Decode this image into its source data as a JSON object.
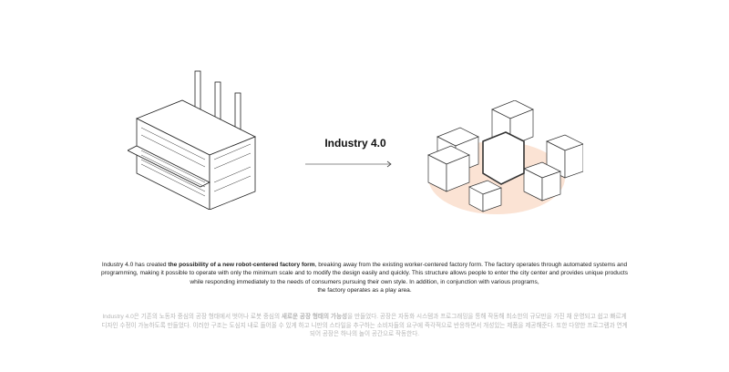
{
  "title": "Industry 4.0",
  "english": {
    "pre": "Industry 4.0 has created ",
    "bold": "the possibility of a new robot-centered factory form",
    "post": ", breaking away from the existing worker-centered factory form. The factory operates through automated systems and programming, making it possible to operate with only the minimum scale and to modify the design easily and quickly. This structure allows people to enter the city center and provides unique products while responding immediately to the needs of consumers pursuing their own style. In addition, in conjunction with various programs,",
    "last": "the factory operates as a play area."
  },
  "korean": {
    "pre": "Industry 4.0은 기존의 노동자 중심의 공장 형태에서 벗어나 로봇 중심의 ",
    "bold": "새로운 공장 형태의 가능성",
    "post": "을 만들었다. 공장은 자동화 시스템과 프로그래밍을 통해 작동해 최소한의 규모만을 가진 채 운영되고 쉽고 빠르게 디자인 수정이 가능하도록 만들었다. 이러한 구조는 도심지 내로 들어올 수 있게 하고 니만의 스타일을 추구하는 소비자들의 요구에 즉각적으로 반응하면서 개성있는 제품을 제공해준다. 또한 다양한 프로그램과 연계되어 공장은 하나의 놀이 공간으로 작동한다."
  },
  "colors": {
    "accent": "#f4c4a8"
  }
}
